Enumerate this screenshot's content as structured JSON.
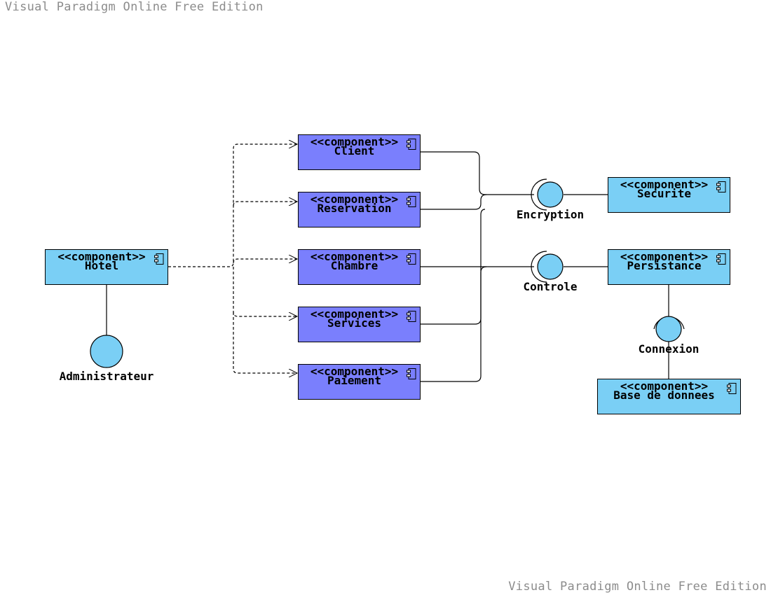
{
  "watermark_top": "Visual Paradigm Online Free Edition",
  "watermark_bottom": "Visual Paradigm Online Free Edition",
  "stereotype": "<<component>>",
  "components": {
    "hotel": "Hotel",
    "client": "Client",
    "reservation": "Reservation",
    "chambre": "Chambre",
    "services": "Services",
    "paiement": "Paiement",
    "securite": "Securite",
    "persistance": "Persistance",
    "base_de_donnees": "Base de donnees"
  },
  "interfaces": {
    "administrateur": "Administrateur",
    "encryption": "Encryption",
    "controle": "Controle",
    "connexion": "Connexion"
  },
  "colors": {
    "light_component": "#7acff5",
    "dark_component": "#7a7ffd",
    "interface": "#7acff5"
  }
}
